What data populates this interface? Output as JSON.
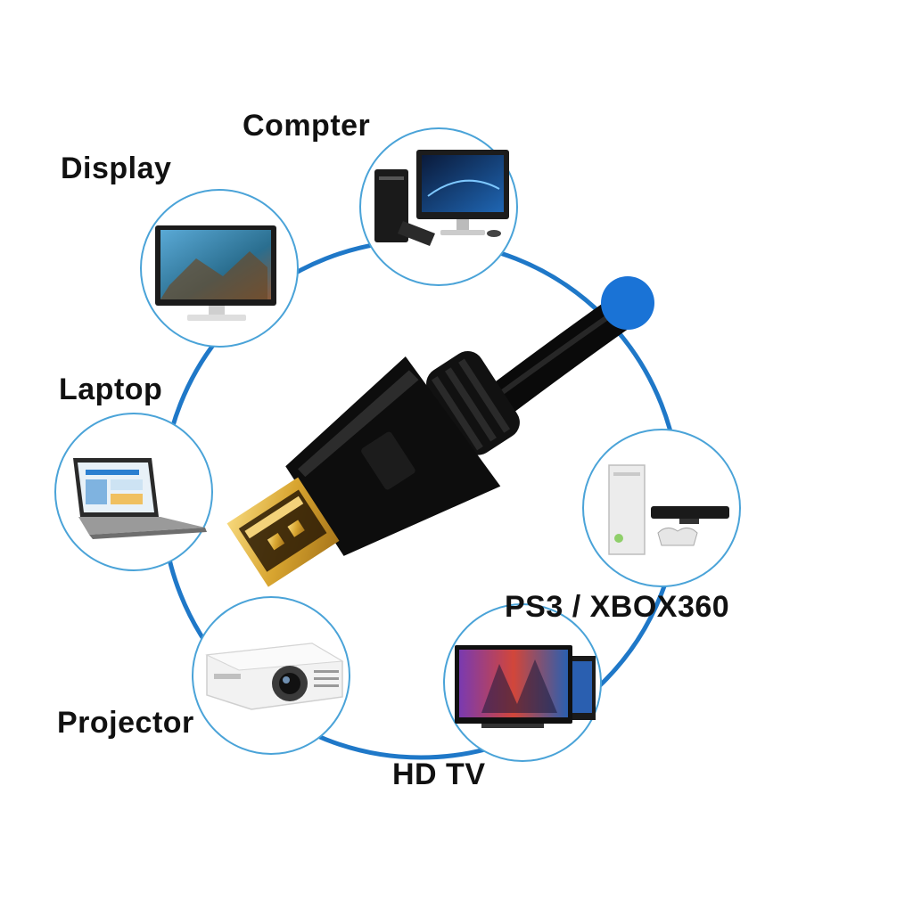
{
  "colors": {
    "ring": "#1f78c8",
    "node_border": "#4aa3d8",
    "cable": "#111111",
    "connector_gold": "#d8a530",
    "dot": "#1a73d6"
  },
  "devices": [
    {
      "id": "computer",
      "label": "Compter",
      "icon": "desktop-computer-icon"
    },
    {
      "id": "display",
      "label": "Display",
      "icon": "monitor-icon"
    },
    {
      "id": "laptop",
      "label": "Laptop",
      "icon": "laptop-icon"
    },
    {
      "id": "projector",
      "label": "Projector",
      "icon": "projector-icon"
    },
    {
      "id": "hdtv",
      "label": "HD TV",
      "icon": "tv-icon"
    },
    {
      "id": "console",
      "label": "PS3 / XBOX360",
      "icon": "game-console-icon"
    }
  ],
  "center": {
    "icon": "hdmi-connector-icon"
  }
}
